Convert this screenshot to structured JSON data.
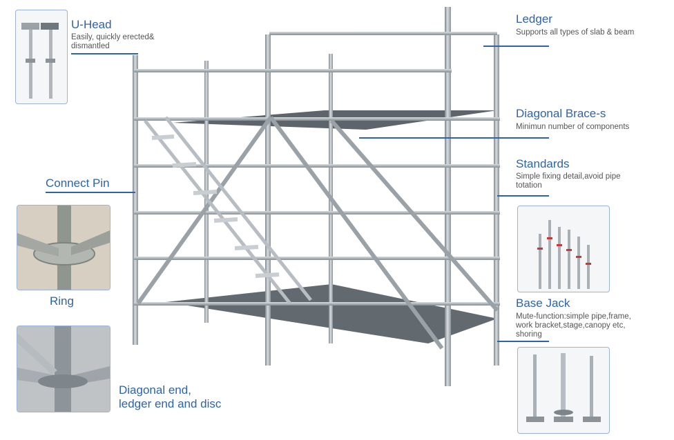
{
  "labels": {
    "uhead": {
      "title": "U-Head",
      "desc_line1": "Easily,   quickly erected&",
      "desc_line2": "dismantled"
    },
    "ledger": {
      "title": "Ledger",
      "desc": "Supports all types of slab & beam"
    },
    "diagonal_brace": {
      "title": "Diagonal Brace-s",
      "desc": "Minimun number of components"
    },
    "standards": {
      "title": "Standards",
      "desc_line1": "Simple fixing detail,avoid pipe",
      "desc_line2": "totation"
    },
    "connect_pin": {
      "title": "Connect Pin"
    },
    "ring": {
      "title": "Ring"
    },
    "base_jack": {
      "title": "Base Jack",
      "desc_line1": "Mute-function:simple pipe,frame,",
      "desc_line2": "work bracket,stage,canopy etc,",
      "desc_line3": "shoring"
    },
    "diagonal_end": {
      "title_line1": "Diagonal end,",
      "title_line2": "ledger end and disc"
    }
  },
  "colors": {
    "accent": "#2f63a8",
    "steel": "#a9b0b6",
    "steel_dark": "#6f777e",
    "deck": "#5d646b"
  }
}
